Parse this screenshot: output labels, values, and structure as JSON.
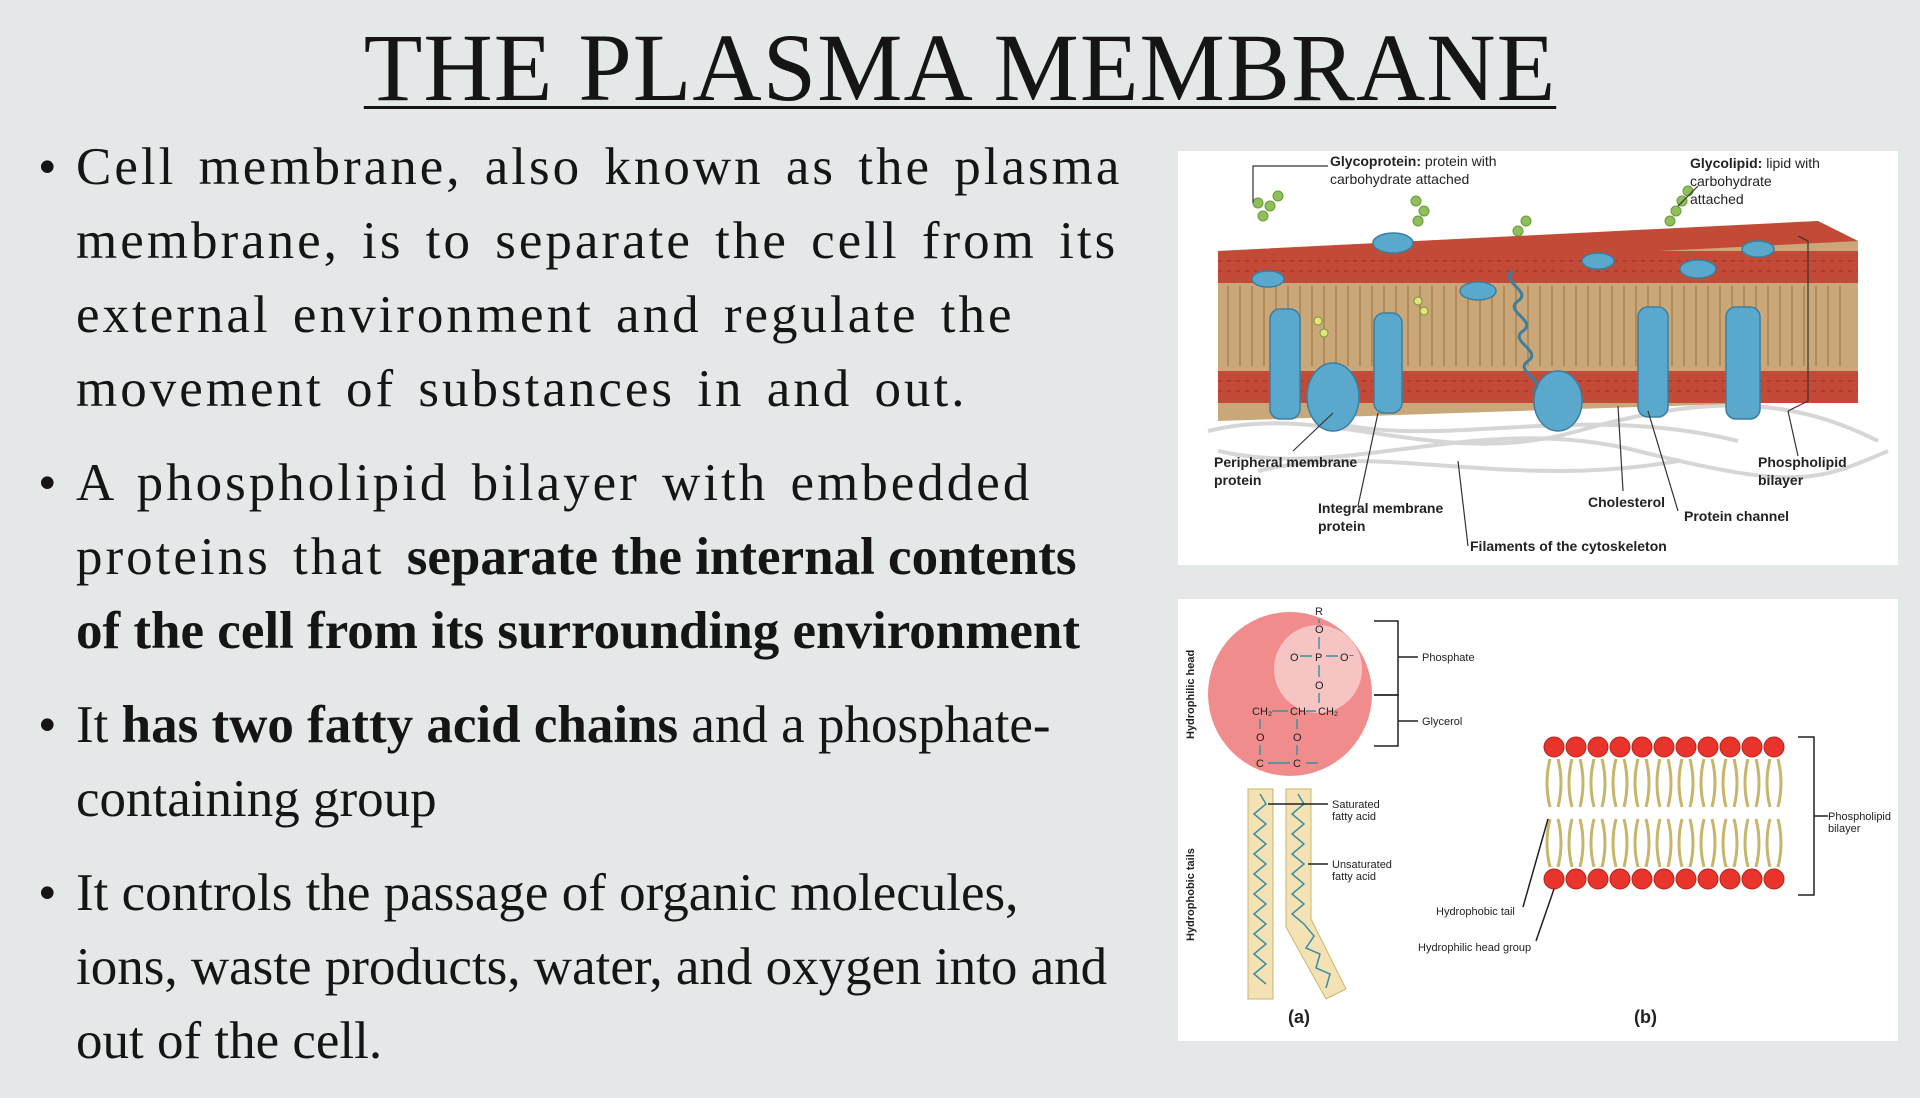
{
  "title": "The Plasma Membrane",
  "bullets": [
    {
      "parts": [
        {
          "text": "Cell membrane, also known as the plasma membrane, is to separate the cell from its external environment and regulate the movement of substances in and out.",
          "bold": false
        }
      ]
    },
    {
      "parts": [
        {
          "text": "A phospholipid bilayer with embedded proteins that ",
          "bold": false
        },
        {
          "text": "separate the internal contents of the cell from its surrounding environment",
          "bold": true
        }
      ]
    },
    {
      "parts": [
        {
          "text": "It ",
          "bold": false
        },
        {
          "text": "has two fatty acid chains",
          "bold": true
        },
        {
          "text": " and a phosphate-containing group",
          "bold": false
        }
      ]
    },
    {
      "parts": [
        {
          "text": "It controls the passage of organic molecules, ions, waste products, water, and oxygen into and out of the cell.",
          "bold": false
        }
      ]
    }
  ],
  "membrane_figure": {
    "labels": {
      "glycoprotein_bold": "Glycoprotein:",
      "glycoprotein_rest": " protein with",
      "glycoprotein_line2": "carbohydrate attached",
      "glycolipid_bold": "Glycolipid:",
      "glycolipid_rest": " lipid with",
      "glycolipid_line2": "carbohydrate",
      "glycolipid_line3": "attached",
      "peripheral_line1": "Peripheral membrane",
      "peripheral_line2": "protein",
      "integral_line1": "Integral membrane",
      "integral_line2": "protein",
      "filaments": "Filaments of the cytoskeleton",
      "cholesterol": "Cholesterol",
      "protein_channel": "Protein channel",
      "bilayer_line1": "Phospholipid",
      "bilayer_line2": "bilayer"
    }
  },
  "phospholipid_figure": {
    "labels": {
      "hydrophilic_head": "Hydrophilic head",
      "hydrophobic_tails": "Hydrophobic tails",
      "phosphate": "Phosphate",
      "glycerol": "Glycerol",
      "saturated_line1": "Saturated",
      "saturated_line2": "fatty acid",
      "unsaturated_line1": "Unsaturated",
      "unsaturated_line2": "fatty acid",
      "hydrophobic_tail": "Hydrophobic tail",
      "hydrophilic_head_group": "Hydrophilic head group",
      "bilayer_line1": "Phospholipid",
      "bilayer_line2": "bilayer",
      "panel_a": "(a)",
      "panel_b": "(b)",
      "chem_r": "R",
      "chem_o": "O",
      "chem_o_dbl": "O",
      "chem_p": "P",
      "chem_o_minus": "O⁻",
      "chem_ch2_left": "CH₂",
      "chem_ch": "CH",
      "chem_ch2_right": "CH₂",
      "chem_c1": "C",
      "chem_c2": "C",
      "chem_o_lower1": "O",
      "chem_o_lower2": "O"
    }
  },
  "colors": {
    "background": "#e4e8e8",
    "lipid_head": "#c94f3c",
    "protein": "#5aa9cc",
    "tail": "#c9b56a",
    "carbohydrate": "#8fbf5a",
    "head_circle": "#f08c8c",
    "bilayer_head": "#e8342a"
  }
}
